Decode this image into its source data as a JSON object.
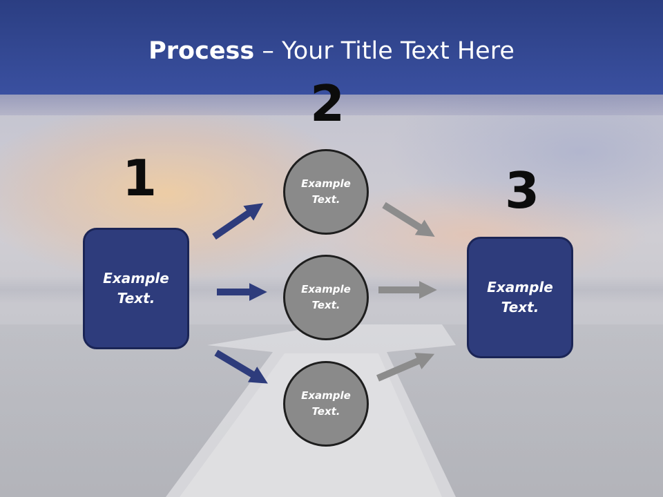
{
  "title": {
    "bold": "Process",
    "rest": " – Your Title Text Here"
  },
  "steps": {
    "one": "1",
    "two": "2",
    "three": "3"
  },
  "boxes": {
    "left": {
      "line1": "Example",
      "line2": "Text."
    },
    "right": {
      "line1": "Example",
      "line2": "Text."
    }
  },
  "circles": [
    {
      "line1": "Example",
      "line2": "Text."
    },
    {
      "line1": "Example",
      "line2": "Text."
    },
    {
      "line1": "Example",
      "line2": "Text."
    }
  ],
  "colors": {
    "header": "#3a50a0",
    "box_fill": "#2e3c7c",
    "circle_fill": "#8a8a8a",
    "arrow_blue": "#2e3c7c",
    "arrow_gray": "#8c8c8c"
  }
}
